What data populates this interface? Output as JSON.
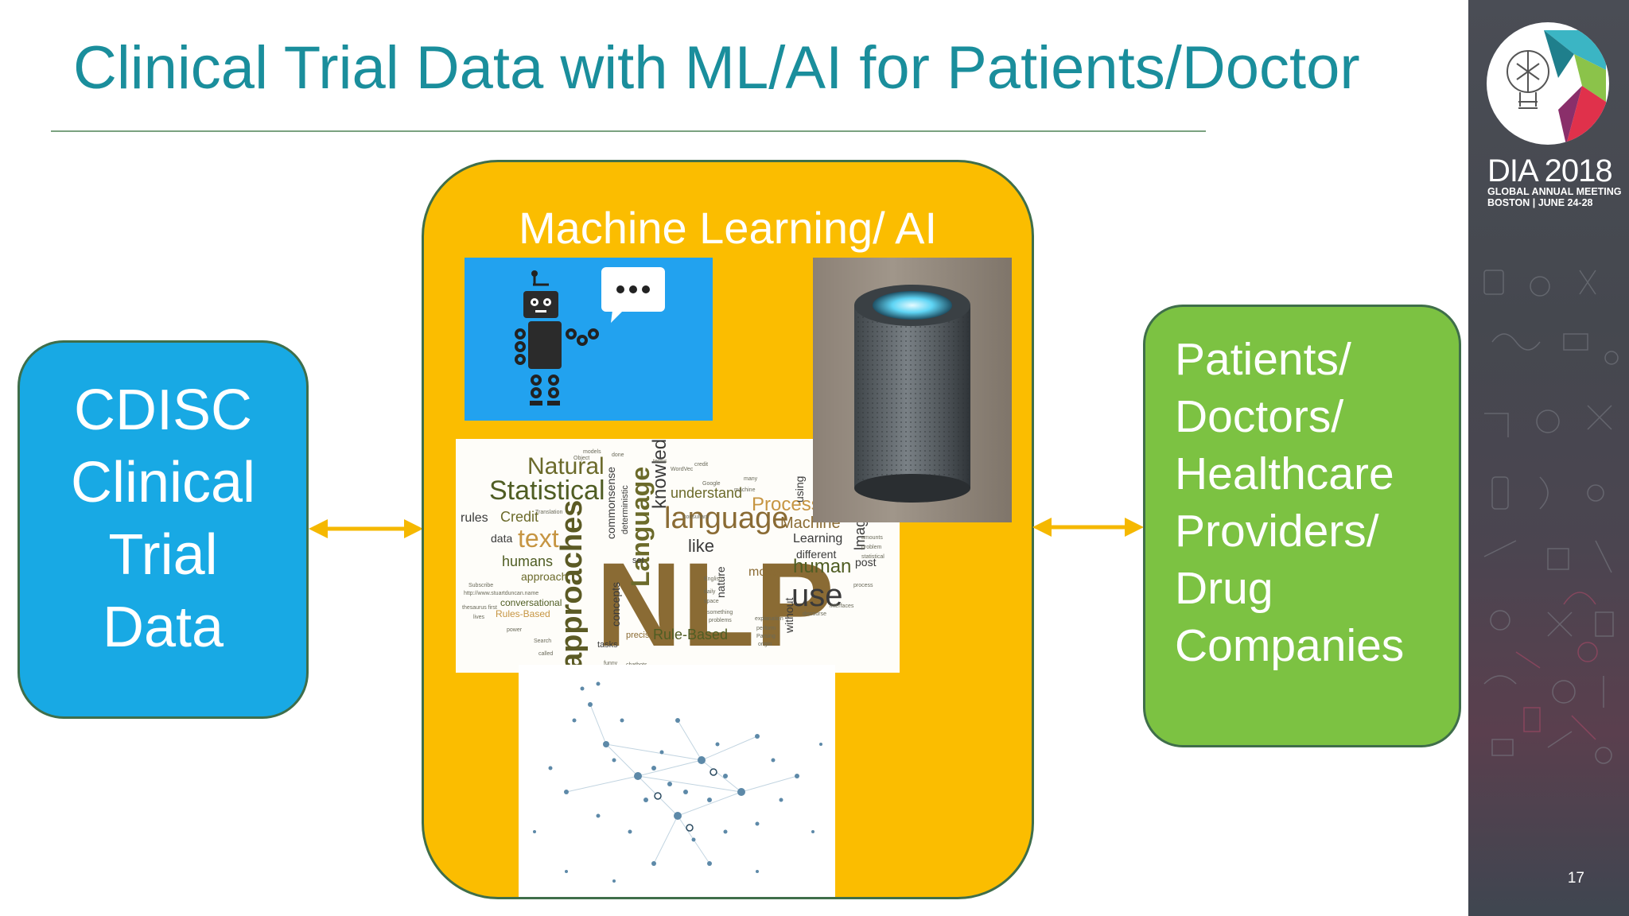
{
  "slide": {
    "title": "Clinical Trial Data with ML/AI for Patients/Doctor",
    "page_number": "17"
  },
  "branding": {
    "name": "DIA 2018",
    "line1": "GLOBAL ANNUAL MEETING",
    "line2": "BOSTON | JUNE 24-28"
  },
  "diagram": {
    "left_box": {
      "lines": [
        "CDISC",
        "Clinical",
        "Trial",
        "Data"
      ]
    },
    "center_box": {
      "title": "Machine Learning/ AI",
      "images": [
        "robot-chat-icon",
        "smart-speaker-photo",
        "nlp-word-cloud",
        "network-graph"
      ]
    },
    "right_box": {
      "lines": [
        "Patients/",
        "Doctors/",
        "Healthcare",
        "Providers/",
        "Drug",
        "Companies"
      ]
    },
    "word_cloud": {
      "words": [
        "NLP",
        "approaches",
        "Language",
        "language",
        "Statistical",
        "Natural",
        "use",
        "text",
        "Process",
        "Machine",
        "Learning",
        "knowledge",
        "human",
        "humans",
        "understand",
        "Rule-Based",
        "rules",
        "Credit",
        "data",
        "approach",
        "conversational",
        "Rules-Based",
        "concepts",
        "like",
        "different",
        "move",
        "using",
        "post",
        "without",
        "commonsense",
        "deterministic",
        "lmage",
        "set",
        "nature",
        "precise",
        "tasks"
      ]
    }
  },
  "colors": {
    "title": "#1a8e9c",
    "cdisc_box": "#18a9e4",
    "ml_box": "#fbbd00",
    "patients_box": "#7cc242",
    "arrow": "#f5b800"
  }
}
